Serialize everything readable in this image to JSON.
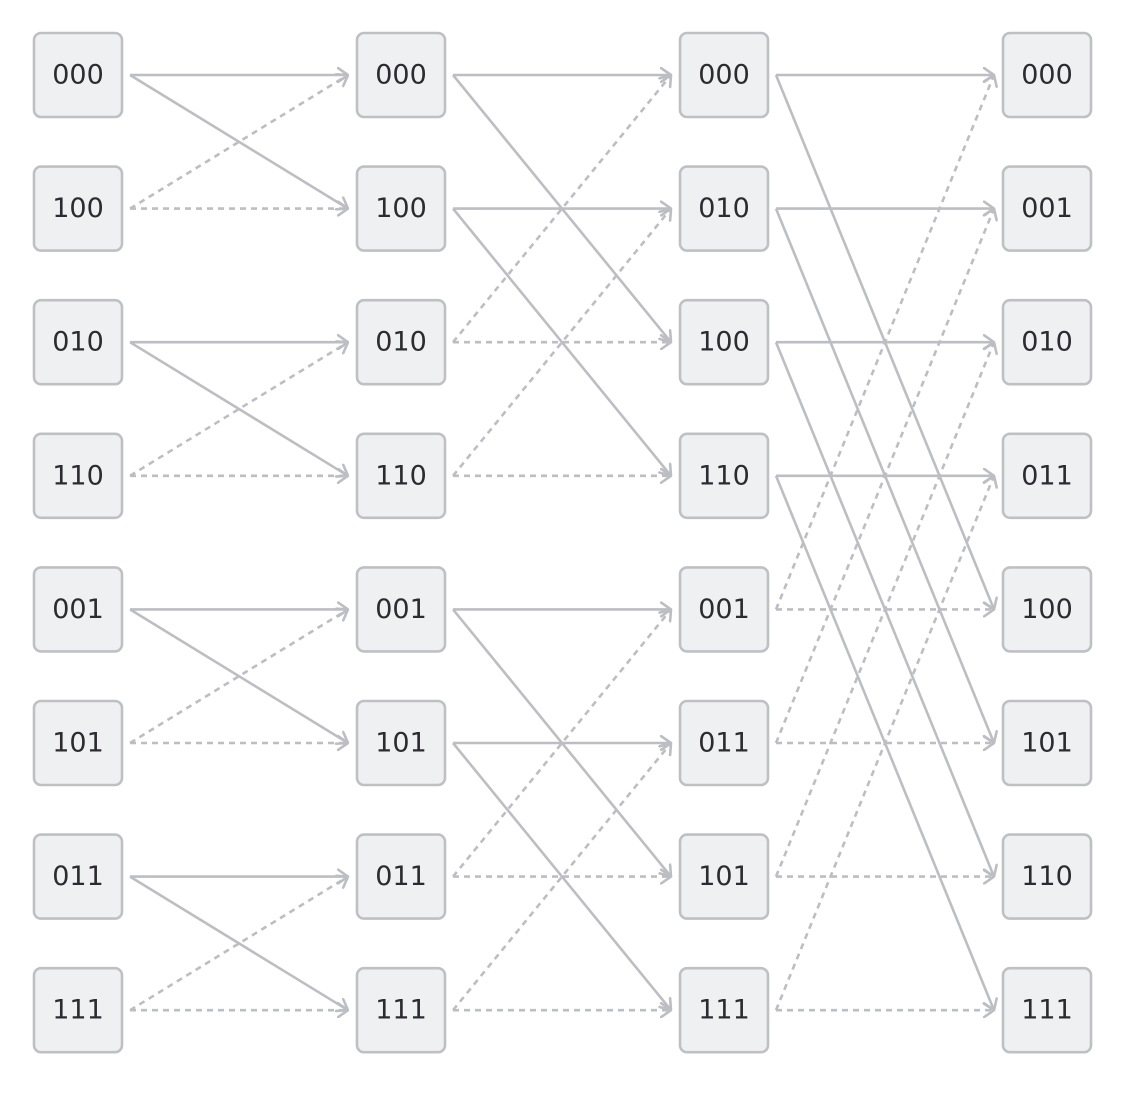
{
  "diagram": {
    "columns": [
      {
        "labels": [
          "000",
          "100",
          "010",
          "110",
          "001",
          "101",
          "011",
          "111"
        ]
      },
      {
        "labels": [
          "000",
          "100",
          "010",
          "110",
          "001",
          "101",
          "011",
          "111"
        ]
      },
      {
        "labels": [
          "000",
          "010",
          "100",
          "110",
          "001",
          "011",
          "101",
          "111"
        ]
      },
      {
        "labels": [
          "000",
          "001",
          "010",
          "011",
          "100",
          "101",
          "110",
          "111"
        ]
      }
    ],
    "edges": [
      {
        "stage": 0,
        "from": 0,
        "to": 0,
        "style": "solid"
      },
      {
        "stage": 0,
        "from": 0,
        "to": 1,
        "style": "solid"
      },
      {
        "stage": 0,
        "from": 1,
        "to": 0,
        "style": "dashed"
      },
      {
        "stage": 0,
        "from": 1,
        "to": 1,
        "style": "dashed"
      },
      {
        "stage": 0,
        "from": 2,
        "to": 2,
        "style": "solid"
      },
      {
        "stage": 0,
        "from": 2,
        "to": 3,
        "style": "solid"
      },
      {
        "stage": 0,
        "from": 3,
        "to": 2,
        "style": "dashed"
      },
      {
        "stage": 0,
        "from": 3,
        "to": 3,
        "style": "dashed"
      },
      {
        "stage": 0,
        "from": 4,
        "to": 4,
        "style": "solid"
      },
      {
        "stage": 0,
        "from": 4,
        "to": 5,
        "style": "solid"
      },
      {
        "stage": 0,
        "from": 5,
        "to": 4,
        "style": "dashed"
      },
      {
        "stage": 0,
        "from": 5,
        "to": 5,
        "style": "dashed"
      },
      {
        "stage": 0,
        "from": 6,
        "to": 6,
        "style": "solid"
      },
      {
        "stage": 0,
        "from": 6,
        "to": 7,
        "style": "solid"
      },
      {
        "stage": 0,
        "from": 7,
        "to": 6,
        "style": "dashed"
      },
      {
        "stage": 0,
        "from": 7,
        "to": 7,
        "style": "dashed"
      },
      {
        "stage": 1,
        "from": 0,
        "to": 0,
        "style": "solid"
      },
      {
        "stage": 1,
        "from": 0,
        "to": 2,
        "style": "solid"
      },
      {
        "stage": 1,
        "from": 1,
        "to": 1,
        "style": "solid"
      },
      {
        "stage": 1,
        "from": 1,
        "to": 3,
        "style": "solid"
      },
      {
        "stage": 1,
        "from": 2,
        "to": 0,
        "style": "dashed"
      },
      {
        "stage": 1,
        "from": 2,
        "to": 2,
        "style": "dashed"
      },
      {
        "stage": 1,
        "from": 3,
        "to": 1,
        "style": "dashed"
      },
      {
        "stage": 1,
        "from": 3,
        "to": 3,
        "style": "dashed"
      },
      {
        "stage": 1,
        "from": 4,
        "to": 4,
        "style": "solid"
      },
      {
        "stage": 1,
        "from": 4,
        "to": 6,
        "style": "solid"
      },
      {
        "stage": 1,
        "from": 5,
        "to": 5,
        "style": "solid"
      },
      {
        "stage": 1,
        "from": 5,
        "to": 7,
        "style": "solid"
      },
      {
        "stage": 1,
        "from": 6,
        "to": 4,
        "style": "dashed"
      },
      {
        "stage": 1,
        "from": 6,
        "to": 6,
        "style": "dashed"
      },
      {
        "stage": 1,
        "from": 7,
        "to": 5,
        "style": "dashed"
      },
      {
        "stage": 1,
        "from": 7,
        "to": 7,
        "style": "dashed"
      },
      {
        "stage": 2,
        "from": 0,
        "to": 0,
        "style": "solid"
      },
      {
        "stage": 2,
        "from": 0,
        "to": 4,
        "style": "solid"
      },
      {
        "stage": 2,
        "from": 1,
        "to": 1,
        "style": "solid"
      },
      {
        "stage": 2,
        "from": 1,
        "to": 5,
        "style": "solid"
      },
      {
        "stage": 2,
        "from": 2,
        "to": 2,
        "style": "solid"
      },
      {
        "stage": 2,
        "from": 2,
        "to": 6,
        "style": "solid"
      },
      {
        "stage": 2,
        "from": 3,
        "to": 3,
        "style": "solid"
      },
      {
        "stage": 2,
        "from": 3,
        "to": 7,
        "style": "solid"
      },
      {
        "stage": 2,
        "from": 4,
        "to": 0,
        "style": "dashed"
      },
      {
        "stage": 2,
        "from": 4,
        "to": 4,
        "style": "dashed"
      },
      {
        "stage": 2,
        "from": 5,
        "to": 1,
        "style": "dashed"
      },
      {
        "stage": 2,
        "from": 5,
        "to": 5,
        "style": "dashed"
      },
      {
        "stage": 2,
        "from": 6,
        "to": 2,
        "style": "dashed"
      },
      {
        "stage": 2,
        "from": 6,
        "to": 6,
        "style": "dashed"
      },
      {
        "stage": 2,
        "from": 7,
        "to": 3,
        "style": "dashed"
      },
      {
        "stage": 2,
        "from": 7,
        "to": 7,
        "style": "dashed"
      }
    ],
    "colors": {
      "node_fill": "#eff0f2",
      "node_stroke": "#bfc0c4",
      "edge": "#bdbec3",
      "text": "#2b2b30"
    }
  }
}
